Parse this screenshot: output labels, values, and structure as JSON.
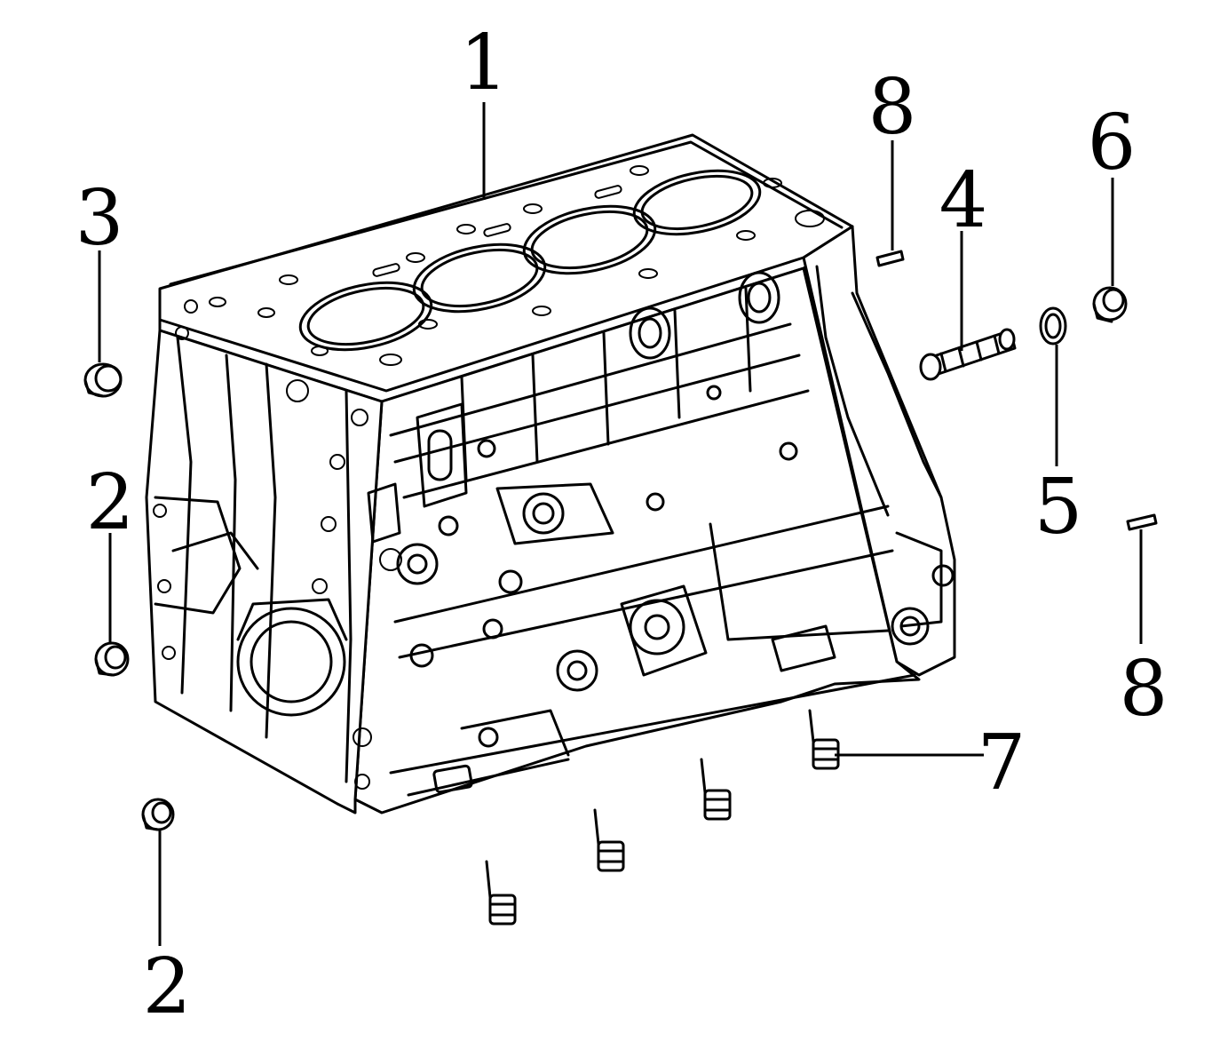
{
  "diagram": {
    "type": "exploded-parts-view",
    "callouts": [
      {
        "id": "c1",
        "label": "1"
      },
      {
        "id": "c2a",
        "label": "2"
      },
      {
        "id": "c2b",
        "label": "2"
      },
      {
        "id": "c3",
        "label": "3"
      },
      {
        "id": "c4",
        "label": "4"
      },
      {
        "id": "c5",
        "label": "5"
      },
      {
        "id": "c6",
        "label": "6"
      },
      {
        "id": "c7",
        "label": "7"
      },
      {
        "id": "c8a",
        "label": "8"
      },
      {
        "id": "c8b",
        "label": "8"
      }
    ],
    "colors": {
      "line": "#000000",
      "background": "#ffffff"
    }
  }
}
